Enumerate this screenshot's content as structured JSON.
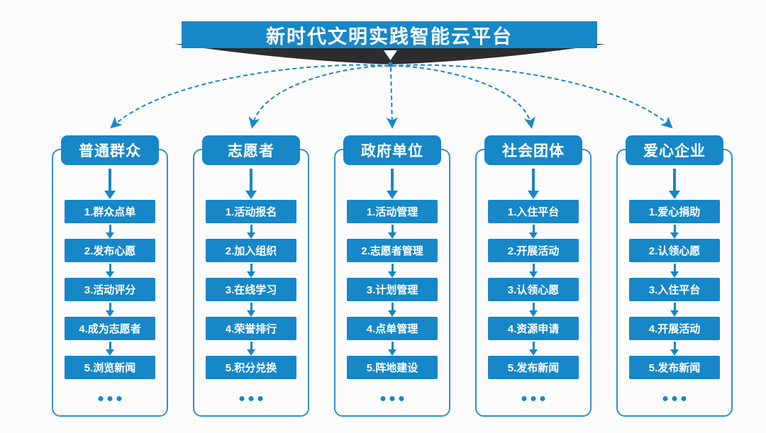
{
  "title": "新时代文明实践智能云平台",
  "more_label": "...",
  "colors": {
    "primary_blue": "#1787C8",
    "container_border": "#3090CC",
    "ribbon_dark": "#2D2D2D",
    "background": "#FBFBFB",
    "text_on_blue": "#FFFFFF"
  },
  "icons": {
    "down_arrow": "▼",
    "more_dots": "•••"
  },
  "columns": [
    {
      "title": "普通群众",
      "items": [
        "1.群众点单",
        "2.发布心愿",
        "3.活动评分",
        "4.成为志愿者",
        "5.浏览新闻"
      ]
    },
    {
      "title": "志愿者",
      "items": [
        "1.活动报名",
        "2.加入组织",
        "3.在线学习",
        "4.荣誉排行",
        "5.积分兑换"
      ]
    },
    {
      "title": "政府单位",
      "items": [
        "1.活动管理",
        "2.志愿者管理",
        "3.计划管理",
        "4.点单管理",
        "5.阵地建设"
      ]
    },
    {
      "title": "社会团体",
      "items": [
        "1.入住平台",
        "2.开展活动",
        "3.认领心愿",
        "4.资源申请",
        "5.发布新闻"
      ]
    },
    {
      "title": "爱心企业",
      "items": [
        "1.爱心捐助",
        "2.认领心愿",
        "3.入住平台",
        "4.开展活动",
        "5.发布新闻"
      ]
    }
  ]
}
